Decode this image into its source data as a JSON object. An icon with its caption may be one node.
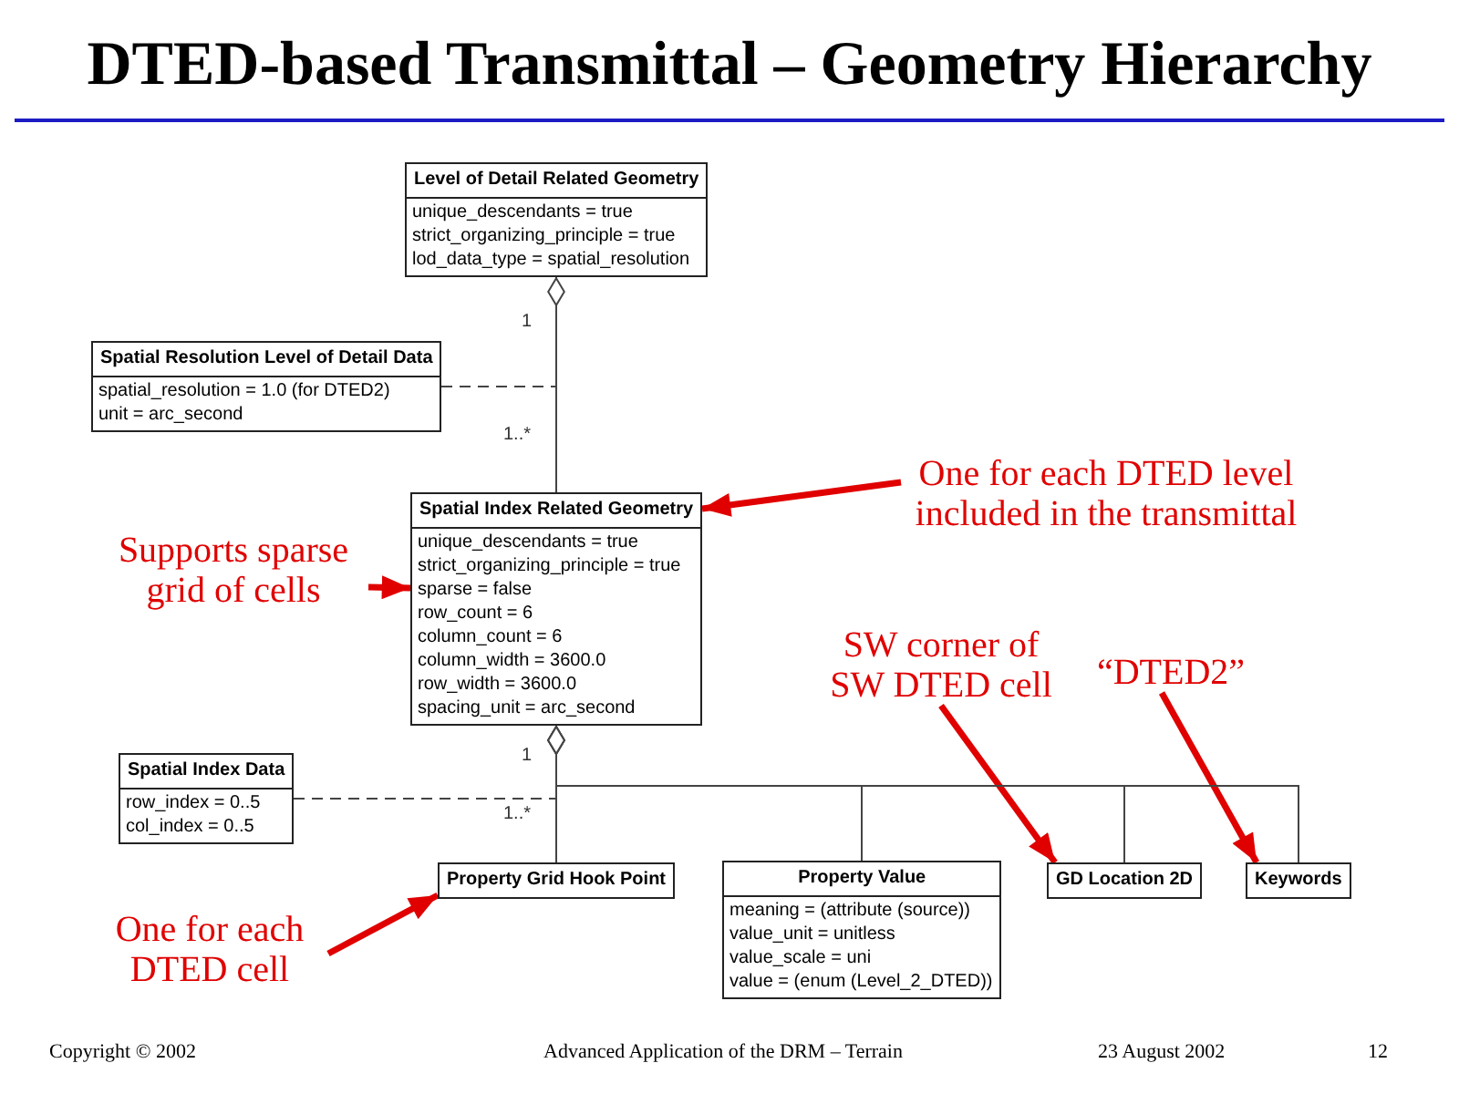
{
  "diagram": {
    "title": "DTED-based Transmittal – Geometry Hierarchy",
    "nodes": [
      {
        "text": [
          "Level of Detail Related Geometry",
          "unique_descendants = true",
          "strict_organizing_principle = true",
          "lod_data_type = spatial_resolution"
        ]
      },
      {
        "text": [
          "Spatial Resolution Level of Detail Data",
          "spatial_resolution = 1.0 (for DTED2)",
          "unit = arc_second"
        ]
      },
      {
        "text": [
          "One for each DTED level included in the transmittal"
        ]
      },
      {
        "text": [
          "Spatial Index Related Geometry",
          "unique_descendants = true",
          "strict_organizing_principle = true",
          "sparse = false",
          "row_count = 6",
          "column_count = 6",
          "column_width = 3600.0",
          "row_width = 3600.0",
          "spacing_unit = arc_second"
        ]
      },
      {
        "text": [
          "Supports sparse grid of cells"
        ]
      },
      {
        "text": [
          "SW corner of SW DTED cell"
        ]
      },
      {
        "text": [
          "“DTED2”"
        ]
      },
      {
        "text": [
          "Spatial Index Data",
          "row_index = 0..5",
          "col_index = 0..5"
        ]
      },
      {
        "text": [
          "Property Grid Hook Point"
        ]
      },
      {
        "text": [
          "Property Value",
          "meaning = (attribute (source))",
          "value_unit = unitless",
          "value_scale = uni",
          "value = (enum (Level_2_DTED))"
        ]
      },
      {
        "text": [
          "GD Location 2D"
        ]
      },
      {
        "text": [
          "Keywords"
        ]
      },
      {
        "text": [
          "One for each DTED cell"
        ]
      }
    ],
    "edges": [
      {
        "from": 0,
        "to": 3,
        "arrow": "other"
      },
      {
        "from": 1,
        "to": null,
        "arrow": "none",
        "style": "dashed"
      },
      {
        "from": 2,
        "to": 3,
        "arrow": "to",
        "style": "thick",
        "color": "#e00000"
      },
      {
        "from": 4,
        "to": 3,
        "arrow": "to",
        "style": "thick",
        "color": "#e00000"
      },
      {
        "from": 5,
        "to": 10,
        "arrow": "to",
        "style": "thick",
        "color": "#e00000"
      },
      {
        "from": 6,
        "to": 11,
        "arrow": "to",
        "style": "thick",
        "color": "#e00000"
      },
      {
        "from": 3,
        "to": 8,
        "arrow": "other"
      },
      {
        "from": 3,
        "to": 9,
        "arrow": "other"
      },
      {
        "from": 3,
        "to": 10,
        "arrow": "other"
      },
      {
        "from": 3,
        "to": 11,
        "arrow": "other"
      },
      {
        "from": 7,
        "to": null,
        "arrow": "none",
        "style": "dashed"
      },
      {
        "from": 12,
        "to": 8,
        "arrow": "to",
        "style": "thick",
        "color": "#e00000"
      }
    ],
    "labels": [
      "1",
      "1..*",
      "1",
      "1..*",
      "Copyright © 2002",
      "Advanced Application of the DRM – Terrain",
      "23 August 2002",
      "12"
    ]
  }
}
